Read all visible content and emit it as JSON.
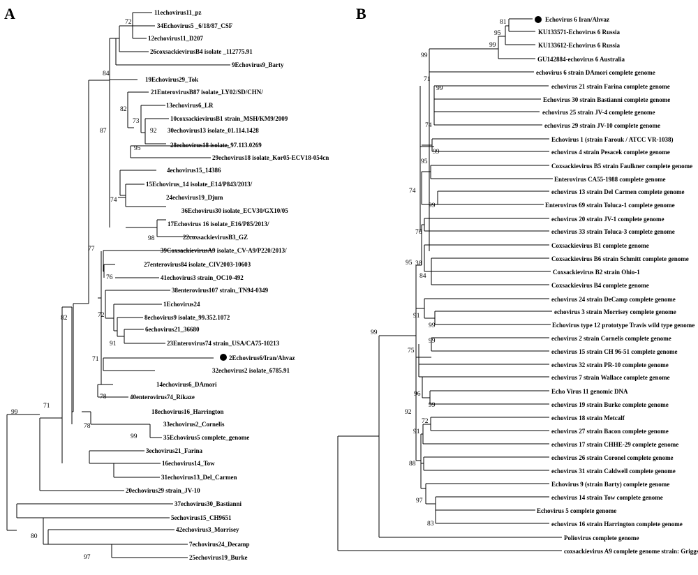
{
  "panels": [
    {
      "label": "A",
      "leaves": [
        "11echovirus11_pz",
        "34Echovirus5 _6/18/87_CSF",
        "12echovirus11_D207",
        "26coxsackievirusB4 isolate _112775.91",
        "9Echovirus9_Barty",
        "19Echovirus29_Tok",
        "21EnterovirusB87 isolate_LY02/SD/CHN/",
        "13echovirus6_LR",
        "10coxsackievirusB1 strain_MSH/KM9/2009",
        "30echovirus13 isolate_01.114.1428",
        "28echovirus18 isolate_97.113.0269",
        "29echovirus18 isolate_Kor05-ECV18-054cn",
        "4echovirus15_14386",
        "15Echovirus_14 isolate_E14/P843/2013/",
        "24echovirus19_Djum",
        "36Echovirus30 isolate_ECV30/GX10/05",
        "17Echovirus 16 isolate_E16/P85/2013/",
        "22coxsackievirusB3_GZ",
        "39CoxsackievirusA9 isolate_CV-A9/P220/2013/",
        "27enterovirus84 isolate_CIV2003-10603",
        "41echovirus3 strain_OC10-492",
        "38enterovirus107 strain_TN94-0349",
        "1Echovirus24",
        "8echovirus9 isolate_99.352.1072",
        "6echovirus21_36680",
        "23Enterovirus74 strain_USA/CA75-10213",
        "2Echovirus6/Iran/Ahvaz",
        "32echovirus2 isolate_6785.91",
        "14echovirus6_DAmori",
        "40enterovirus74_Rikaze",
        "18echovirus16_Harrington",
        "33echovirus2_Cornelis",
        "35Echovirus5 complete_genome",
        "3echovirus21_Farina",
        "16echovirus14_Tow",
        "31echovirus13_Del_Carmen",
        "20echovirus29 strain_JV-10",
        "37echovirus30_Bastianni",
        "5echovirus15_CH9651",
        "42echovirus3_Morrisey",
        "7echovirus24_Decamp",
        "25echovirus19_Burke"
      ],
      "bootstrap": [
        "72",
        "84",
        "82",
        "73",
        "92",
        "87",
        "95",
        "74",
        "98",
        "77",
        "76",
        "72",
        "91",
        "82",
        "71",
        "78",
        "71",
        "78",
        "99",
        "99",
        "80",
        "97"
      ]
    },
    {
      "label": "B",
      "leaves": [
        "Echovirus 6 Iran/Ahvaz",
        "KU133571-Echovirus 6 Russia",
        "KU133612-Echovirus 6 Russia",
        "GU142884-echovirus 6 Australia",
        "echovirus 6 strain DAmori complete genome",
        "echovirus 21 strain Farina complete genome",
        "Echovirus 30 strain Bastianni complete genome",
        "echovirus 25 strain JV-4 complete genome",
        "echovirus 29 strain JV-10 complete genome",
        "Echovirus 1 (strain Farouk / ATCC VR-1038)",
        "echovirus 4 strain Pesacek complete genome",
        "Coxsackievirus B5 strain Faulkner complete genome",
        "Enterovirus CA55-1988 complete genome",
        "echovirus 13 strain Del Carmen complete genome",
        "Enterovirus 69 strain Toluca-1 complete genome",
        "echovirus 20 strain JV-1 complete genome",
        "echovirus 33 strain Toluca-3 complete genome",
        "Coxsackievirus B1 complete genome",
        "Coxsackievirus B6 strain Schmitt complete genome",
        "Coxsackievirus B2 strain Ohio-1",
        "Coxsackievirus B4 complete genome",
        "echovirus 24 strain DeCamp complete genome",
        "echovirus 3 strain Morrisey complete genome",
        "Echovirus type 12 prototype Travis wild type genome",
        "echovirus 2 strain Cornelis complete genome",
        "echovirus 15 strain CH 96-51 complete genome",
        "echovirus 32 strain PR-10 complete genome",
        "echovirus 7 strain Wallace complete genome",
        "Echo Virus 11 genomic DNA",
        "echovirus 19 strain Burke complete genome",
        "echovirus 18 strain Metcalf",
        "echovirus 27 strain Bacon complete genome",
        "echovirus 17 strain CHHE-29 complete genome",
        "echovirus 26 strain Coronel complete genome",
        "echovirus 31 strain Caldwell complete genome",
        "Echovirus 9 (strain Barty) complete genome",
        "echovirus 14 strain Tow complete genome",
        "Echovirus 5 complete genome",
        "echovirus 16 strain Harrington complete genome",
        "Poliovirus complete genome",
        "coxsackievirus A9 complete genome strain: Griggs"
      ],
      "bootstrap": [
        "81",
        "95",
        "99",
        "99",
        "71",
        "99",
        "74",
        "99",
        "95",
        "99",
        "74",
        "76",
        "38",
        "84",
        "95",
        "91",
        "99",
        "75",
        "99",
        "96",
        "99",
        "92",
        "72",
        "91",
        "88",
        "97",
        "83",
        "99"
      ]
    }
  ]
}
